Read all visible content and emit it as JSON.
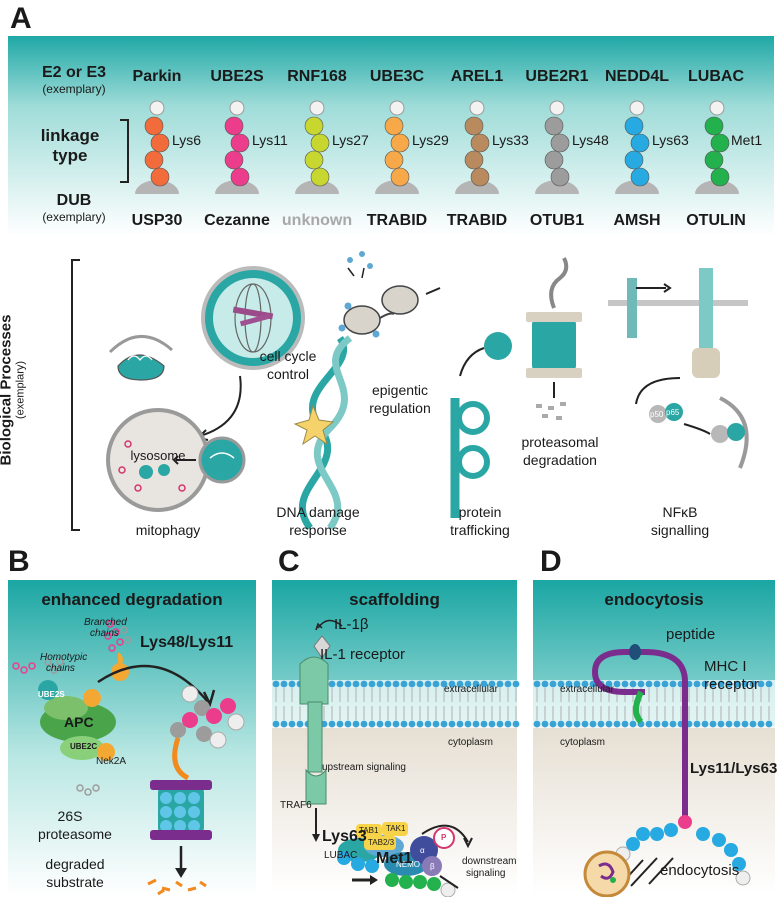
{
  "panel_a": {
    "letter": "A",
    "row_e2_title": "E2 or E3",
    "row_e2_sub": "(exemplary)",
    "row_linkage_title": "linkage",
    "row_linkage_title2": "type",
    "row_dub_title": "DUB",
    "row_dub_sub": "(exemplary)",
    "columns": [
      {
        "enzyme": "Parkin",
        "linkage": "Lys6",
        "dub": "USP30",
        "color": "#f26b3a"
      },
      {
        "enzyme": "UBE2S",
        "linkage": "Lys11",
        "dub": "Cezanne",
        "color": "#ec3d8c"
      },
      {
        "enzyme": "RNF168",
        "linkage": "Lys27",
        "dub": "unknown",
        "color": "#c8d630"
      },
      {
        "enzyme": "UBE3C",
        "linkage": "Lys29",
        "dub": "TRABID",
        "color": "#f7a849"
      },
      {
        "enzyme": "AREL1",
        "linkage": "Lys33",
        "dub": "TRABID",
        "color": "#b98a5e"
      },
      {
        "enzyme": "UBE2R1",
        "linkage": "Lys48",
        "dub": "OTUB1",
        "color": "#9c9c9c"
      },
      {
        "enzyme": "NEDD4L",
        "linkage": "Lys63",
        "dub": "AMSH",
        "color": "#27a9e1"
      },
      {
        "enzyme": "LUBAC",
        "linkage": "Met1",
        "dub": "OTULIN",
        "color": "#22b14c"
      }
    ],
    "bio_title": "Biological Processes",
    "bio_sub": "(exemplary)",
    "processes": {
      "cell_cycle": "cell cycle",
      "cell_cycle2": "control",
      "lysosome": "lysosome",
      "mitophagy": "mitophagy",
      "dna1": "DNA damage",
      "dna2": "response",
      "epi1": "epigentic",
      "epi2": "regulation",
      "traf1": "protein",
      "traf2": "trafficking",
      "prot1": "proteasomal",
      "prot2": "degradation",
      "nfkb1": "NFκB",
      "nfkb2": "signalling",
      "p50": "p50",
      "p65": "p65"
    }
  },
  "panel_b": {
    "letter": "B",
    "title": "enhanced degradation",
    "branched": "Branched",
    "branched2": "chains",
    "homotypic": "Homotypic",
    "homotypic2": "chains",
    "lys_label": "Lys48/Lys11",
    "ube2s": "UBE2S",
    "apc": "APC",
    "ube2c": "UBE2C",
    "nek2a": "Nek2A",
    "proteasome1": "26S",
    "proteasome2": "proteasome",
    "degraded1": "degraded",
    "degraded2": "substrate"
  },
  "panel_c": {
    "letter": "C",
    "title": "scaffolding",
    "il1b": "IL-1β",
    "receptor": "IL-1 receptor",
    "extracellular": "extracellular",
    "cytoplasm": "cytoplasm",
    "upstream": "upstream signaling",
    "traf6": "TRAF6",
    "tab1": "TAB1",
    "tak1": "TAK1",
    "tab23": "TAB2/3",
    "nemo": "NEMO",
    "alpha": "α",
    "beta": "β",
    "p": "P",
    "lys63": "Lys63",
    "lubac": "LUBAC",
    "met1": "Met1",
    "downstream1": "downstream",
    "downstream2": "signaling"
  },
  "panel_d": {
    "letter": "D",
    "title": "endocytosis",
    "peptide": "peptide",
    "mhc1": "MHC I",
    "mhc2": "receptor",
    "extracellular": "extracellular",
    "cytoplasm": "cytoplasm",
    "lys": "Lys11/Lys63",
    "endocytosis": "endocytosis"
  }
}
